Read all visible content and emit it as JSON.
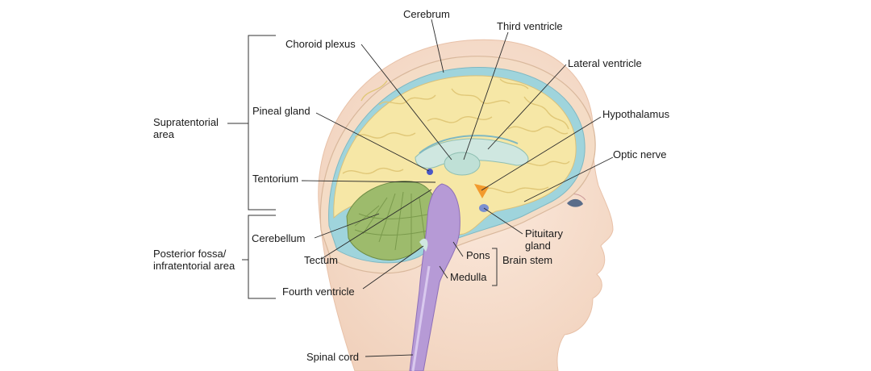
{
  "labels": {
    "cerebrum": "Cerebrum",
    "third_ventricle": "Third ventricle",
    "choroid_plexus": "Choroid plexus",
    "lateral_ventricle": "Lateral ventricle",
    "pineal_gland": "Pineal gland",
    "hypothalamus": "Hypothalamus",
    "supratentorial_line1": "Supratentorial",
    "supratentorial_line2": "area",
    "optic_nerve": "Optic nerve",
    "tentorium": "Tentorium",
    "pituitary_line1": "Pituitary",
    "pituitary_line2": "gland",
    "cerebellum": "Cerebellum",
    "posterior_line1": "Posterior fossa/",
    "posterior_line2": "infratentorial area",
    "pons": "Pons",
    "brain_stem": "Brain stem",
    "tectum": "Tectum",
    "medulla": "Medulla",
    "fourth_ventricle": "Fourth ventricle",
    "spinal_cord": "Spinal cord"
  },
  "colors": {
    "skin": "#f7dfcf",
    "cerebrum": "#f6e7a6",
    "cerebellum": "#9dbb6c",
    "brain_stem": "#b69ad6",
    "ventricle": "#cfe7e0",
    "csf_layer": "#9fd4dc",
    "hypothalamus": "#f29a2e"
  }
}
